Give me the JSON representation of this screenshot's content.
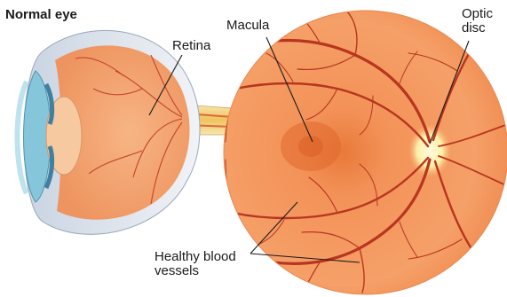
{
  "figure": {
    "title": "Normal eye",
    "labels": {
      "retina": "Retina",
      "macula": "Macula",
      "optic_disc_line1": "Optic",
      "optic_disc_line2": "disc",
      "vessels_line1": "Healthy blood",
      "vessels_line2": "vessels"
    }
  },
  "colors": {
    "fundus": "#f08a4b",
    "fundus_light": "#f7b07a",
    "vessel": "#b8351f",
    "optic_disc": "#fff2b0",
    "cornea": "#7fc4d8",
    "sclera": "#e8eaee",
    "nerve": "#f3c46a"
  }
}
